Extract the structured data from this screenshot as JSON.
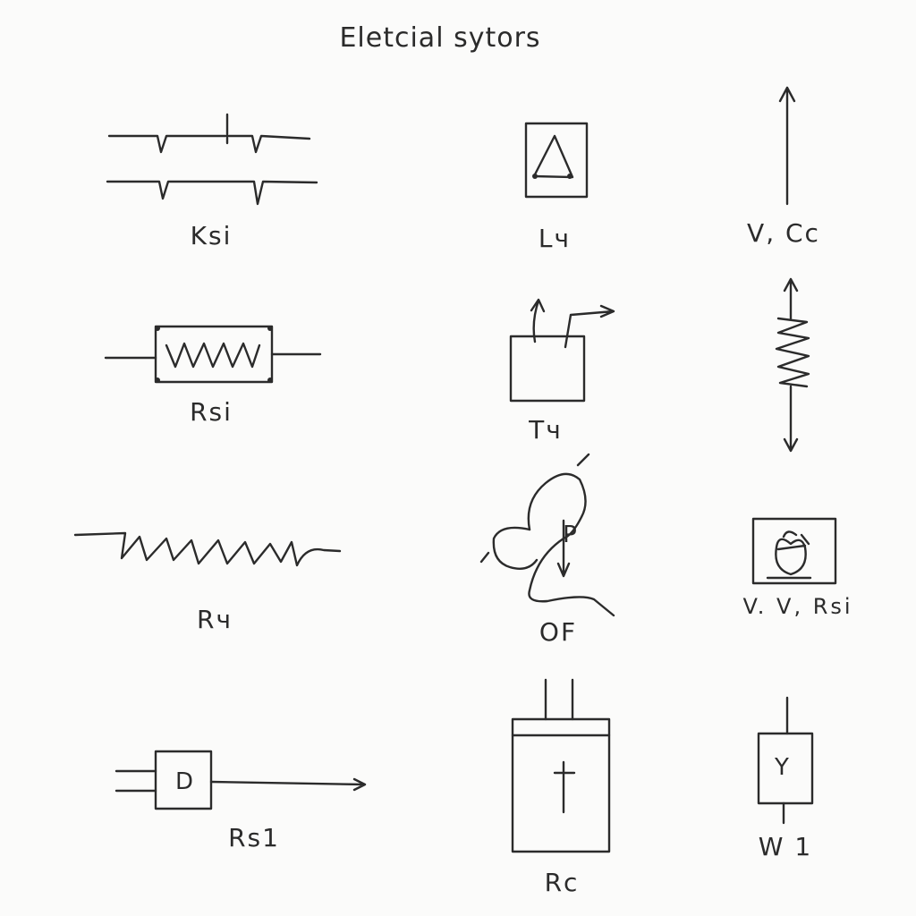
{
  "diagram": {
    "title": "Eletcial sytors",
    "symbols": [
      {
        "label": "Ksi"
      },
      {
        "label": "Lч"
      },
      {
        "label": "V, Cc"
      },
      {
        "label": "Rsi"
      },
      {
        "label": "Tч"
      },
      {
        "label": "Rч"
      },
      {
        "label": "OF"
      },
      {
        "label": "V. V, Rsi"
      },
      {
        "label": "Rs1"
      },
      {
        "label": "Rc"
      },
      {
        "label": "W 1"
      }
    ],
    "inner_marks": {
      "buffer_glyph": "D",
      "box_glyph": "Y",
      "blob_glyph": "P"
    }
  }
}
